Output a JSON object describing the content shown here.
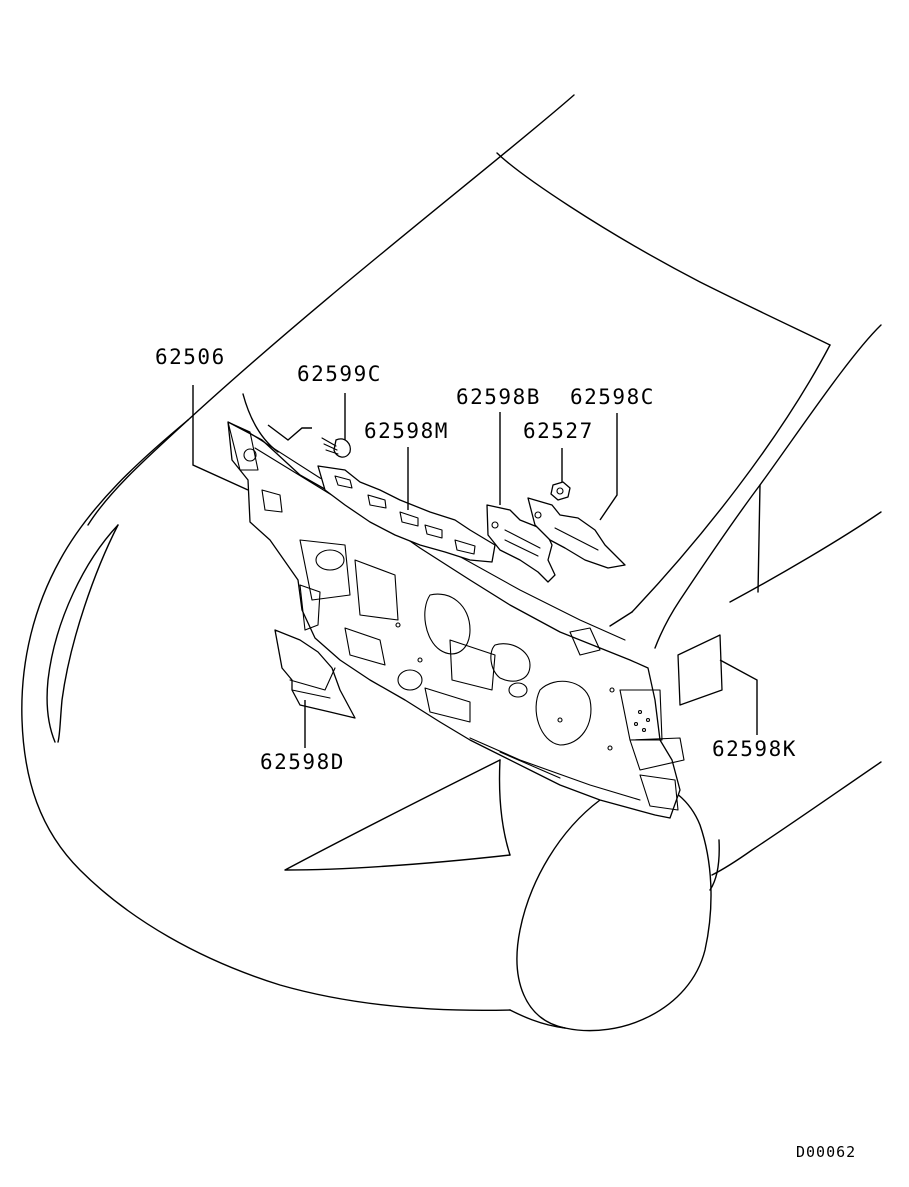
{
  "diagram": {
    "reference_code": "D00062",
    "part_labels": {
      "dash_panel": "62506",
      "clip": "62599C",
      "upper_pad": "62598M",
      "pad_b": "62598B",
      "pad_c": "62598C",
      "nut": "62527",
      "lower_pad": "62598D",
      "side_pad": "62598K"
    }
  }
}
